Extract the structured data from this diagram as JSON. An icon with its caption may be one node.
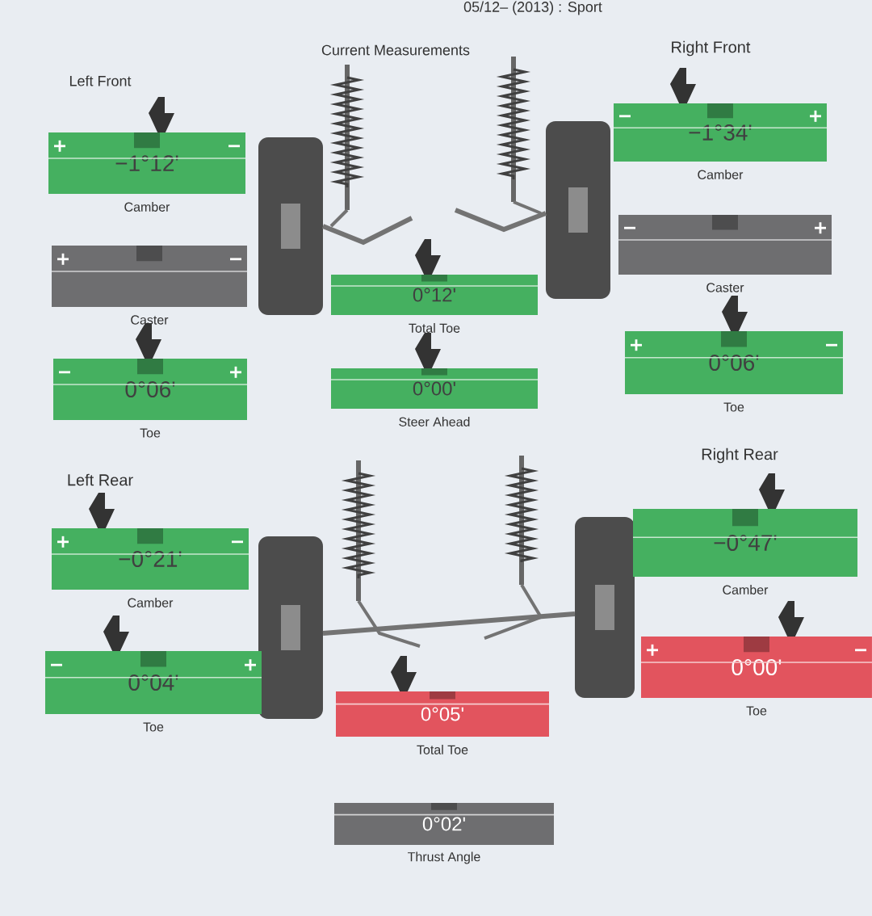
{
  "diagram": {
    "title": "05/12– (2013) : Sport",
    "nodes": [
      {
        "text": [
          "−1°12'"
        ],
        "beside": [
          "Camber"
        ]
      },
      {
        "text": [
          "−1°34'"
        ],
        "beside": [
          "Camber"
        ]
      },
      {
        "text": [
          "0°12'"
        ],
        "beside": [
          "Total Toe"
        ]
      },
      {
        "text": [],
        "shape": "bar",
        "beside": [
          "Caster"
        ]
      },
      {
        "text": [],
        "shape": "bar",
        "beside": [
          "Caster"
        ]
      },
      {
        "text": [
          "0°06'"
        ],
        "beside": [
          "Toe"
        ]
      },
      {
        "text": [
          "0°00'"
        ],
        "beside": [
          "Steer Ahead"
        ]
      },
      {
        "text": [
          "0°06'"
        ],
        "beside": [
          "Toe"
        ]
      },
      {
        "text": [
          "−0°21'"
        ],
        "beside": [
          "Camber"
        ]
      },
      {
        "text": [
          "−0°47'"
        ],
        "beside": [
          "Camber"
        ]
      },
      {
        "text": [
          "0°04'"
        ],
        "beside": [
          "Toe"
        ]
      },
      {
        "text": [
          "0°00'"
        ],
        "beside": [
          "Toe"
        ]
      },
      {
        "text": [
          "0°05'"
        ],
        "beside": [
          "Total Toe"
        ]
      },
      {
        "text": [
          "0°02'"
        ],
        "beside": [
          "Thrust Angle"
        ]
      }
    ],
    "labels": [
      "Current Measurements",
      "Left Front",
      "Right Front",
      "Left Rear",
      "Right Rear"
    ]
  }
}
